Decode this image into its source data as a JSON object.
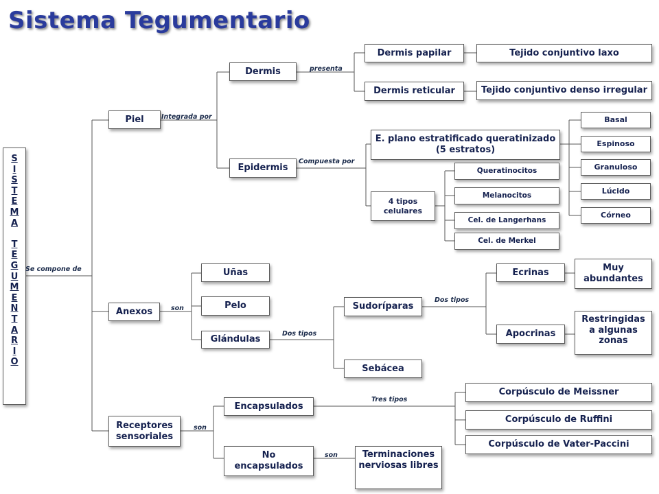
{
  "title": "Sistema Tegumentario",
  "vertical_title": [
    "S",
    "I",
    "S",
    "T",
    "E",
    "M",
    "A",
    "",
    "T",
    "E",
    "G",
    "U",
    "M",
    "E",
    "N",
    "T",
    "A",
    "R",
    "I",
    "O"
  ],
  "connectors": {
    "se_compone_de": "Se compone de",
    "integrada_por": "Integrada por",
    "presenta": "presenta",
    "compuesta_por": "Compuesta por",
    "son_anexos": "son",
    "dos_tipos_glandulas": "Dos tipos",
    "dos_tipos_sudoriparas": "Dos tipos",
    "tres_tipos": "Tres tipos",
    "son_receptores": "son",
    "son_no_encapsulados": "son"
  },
  "nodes": {
    "piel": "Piel",
    "dermis": "Dermis",
    "dermis_papilar": "Dermis papilar",
    "tejido_laxo": "Tejido conjuntivo laxo",
    "dermis_reticular": "Dermis reticular",
    "tejido_denso": "Tejido conjuntivo denso irregular",
    "epidermis": "Epidermis",
    "epitelio": "E. plano estratificado queratinizado (5 estratos)",
    "tipos_celulares": "4 tipos celulares",
    "queratinocitos": "Queratinocitos",
    "melanocitos": "Melanocitos",
    "langerhans": "Cel. de Langerhans",
    "merkel": "Cel. de Merkel",
    "basal": "Basal",
    "espinoso": "Espinoso",
    "granuloso": "Granuloso",
    "lucido": "Lúcido",
    "corneo": "Córneo",
    "anexos": "Anexos",
    "unas": "Uñas",
    "pelo": "Pelo",
    "glandulas": "Glándulas",
    "sudoriparas": "Sudoríparas",
    "sebacea": "Sebácea",
    "ecrinas": "Ecrinas",
    "muy_abundantes": "Muy abundantes",
    "apocrinas": "Apocrinas",
    "restringidas": "Restringidas a algunas zonas",
    "receptores": "Receptores sensoriales",
    "encapsulados": "Encapsulados",
    "no_encapsulados": "No encapsulados",
    "terminaciones": "Terminaciones nerviosas libres",
    "meissner": "Corpúsculo de Meissner",
    "ruffini": "Corpúsculo de Ruffini",
    "vater_paccini": "Corpúsculo de Vater-Paccini"
  }
}
